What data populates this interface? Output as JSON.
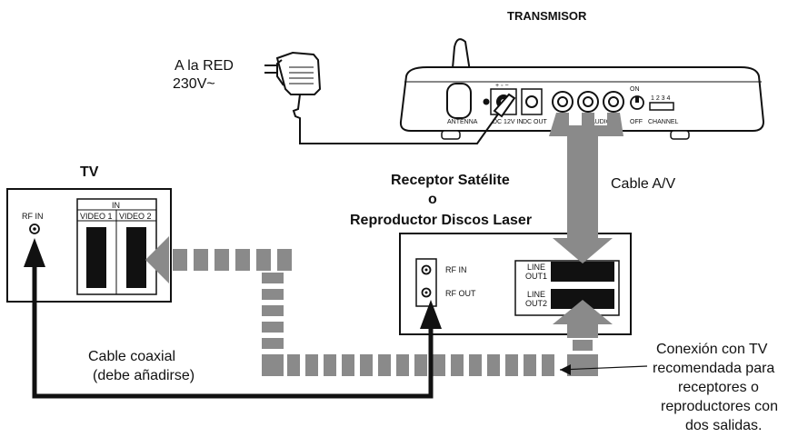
{
  "transmitter": {
    "title": "TRANSMISOR",
    "labels": {
      "antenna": "ANTENNA",
      "dc_in": "DC 12V IN",
      "dc_out": "DC OUT",
      "audio": "AUDIO",
      "on": "ON",
      "off": "OFF",
      "channel_numbers": "1 2 3 4",
      "channel": "CHANNEL"
    }
  },
  "mains": {
    "line1": "A la RED",
    "line2": "230V~"
  },
  "tv": {
    "title": "TV",
    "rf_in": "RF IN",
    "in_header": "IN",
    "video1": "VIDEO 1",
    "video2": "VIDEO 2"
  },
  "receiver": {
    "title_line1": "Receptor Satélite",
    "title_line2": "o",
    "title_line3": "Reproductor Discos Laser",
    "rf_in": "RF IN",
    "rf_out": "RF OUT",
    "line_out1": [
      "LINE",
      "OUT1"
    ],
    "line_out2": [
      "LINE",
      "OUT2"
    ]
  },
  "cables": {
    "av": "Cable A/V",
    "coax_line1": "Cable coaxial",
    "coax_line2": "(debe añadirse)"
  },
  "note": {
    "lines": [
      "Conexión con TV",
      "recomendada para",
      "receptores o",
      "reproductores con",
      "dos salidas."
    ]
  },
  "colors": {
    "gray_arrow": "#8a8a8a",
    "black": "#111111"
  }
}
